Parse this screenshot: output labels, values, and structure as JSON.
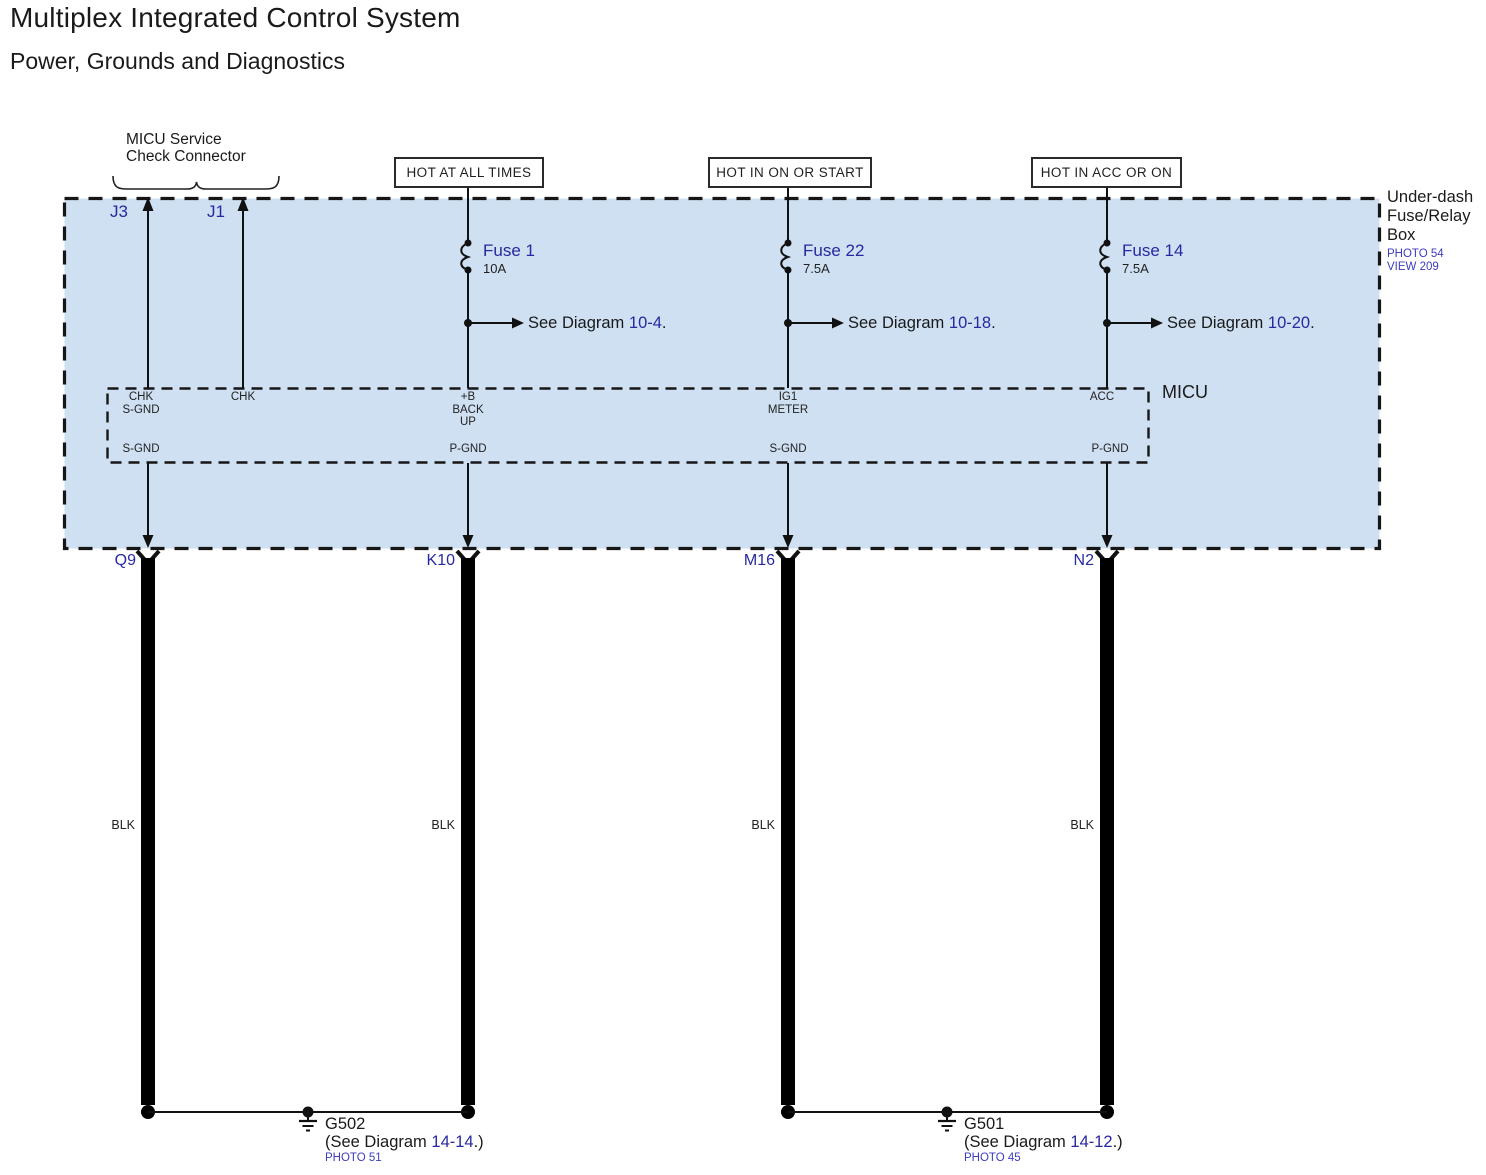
{
  "title": "Multiplex Integrated Control System",
  "subtitle": "Power, Grounds and Diagnostics",
  "connector_brace_label": {
    "line1": "MICU Service",
    "line2": "Check Connector"
  },
  "power_sources": [
    {
      "label": "HOT AT ALL TIMES"
    },
    {
      "label": "HOT IN ON OR START"
    },
    {
      "label": "HOT IN ACC OR ON"
    }
  ],
  "underdash_box": {
    "line1": "Under-dash",
    "line2": "Fuse/Relay",
    "line3": "Box",
    "photo_ref": "PHOTO 54",
    "view_ref": "VIEW 209"
  },
  "top_connectors": [
    {
      "label": "J3"
    },
    {
      "label": "J1"
    }
  ],
  "fuses": [
    {
      "name": "Fuse 1",
      "rating": "10A",
      "see_prefix": "See Diagram",
      "diagram_ref": "10-4",
      "see_suffix": "."
    },
    {
      "name": "Fuse 22",
      "rating": "7.5A",
      "see_prefix": "See Diagram",
      "diagram_ref": "10-18",
      "see_suffix": "."
    },
    {
      "name": "Fuse 14",
      "rating": "7.5A",
      "see_prefix": "See Diagram",
      "diagram_ref": "10-20",
      "see_suffix": "."
    }
  ],
  "micu": {
    "label": "MICU",
    "pins_top": [
      {
        "l1": "CHK",
        "l2": "S-GND"
      },
      {
        "l1": "CHK"
      },
      {
        "l1": "+B",
        "l2": "BACK",
        "l3": "UP"
      },
      {
        "l1": "IG1",
        "l2": "METER"
      },
      {
        "l1": "ACC"
      }
    ],
    "pins_bottom": [
      {
        "label": "S-GND"
      },
      {
        "label": "P-GND"
      },
      {
        "label": "S-GND"
      },
      {
        "label": "P-GND"
      }
    ]
  },
  "bottom_connectors": [
    {
      "label": "Q9"
    },
    {
      "label": "K10"
    },
    {
      "label": "M16"
    },
    {
      "label": "N2"
    }
  ],
  "wires": [
    {
      "color_label": "BLK"
    },
    {
      "color_label": "BLK"
    },
    {
      "color_label": "BLK"
    },
    {
      "color_label": "BLK"
    }
  ],
  "grounds": [
    {
      "name": "G502",
      "see_prefix": "(See Diagram",
      "diagram_ref": "14-14",
      "see_suffix": ".)",
      "photo_ref": "PHOTO 51"
    },
    {
      "name": "G501",
      "see_prefix": "(See Diagram",
      "diagram_ref": "14-12",
      "see_suffix": ".)",
      "photo_ref": "PHOTO 45"
    }
  ],
  "colors": {
    "panel_fill": "#cfe0f2",
    "label_blue": "#2828a0",
    "link_blue": "#3c3cbe",
    "line_black": "#111111"
  }
}
